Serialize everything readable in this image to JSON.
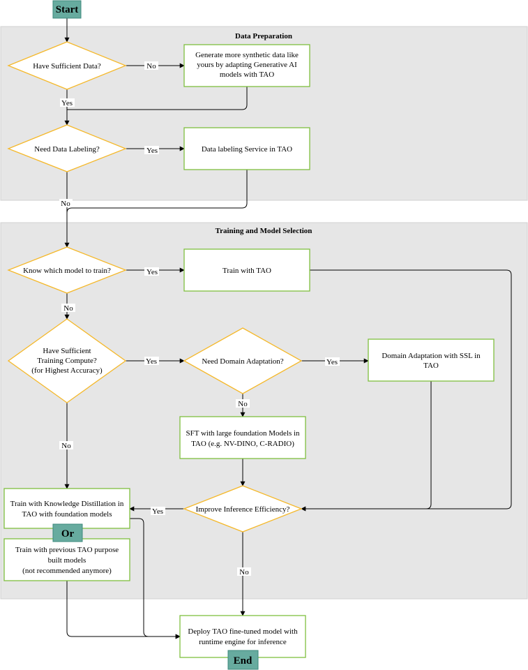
{
  "colors": {
    "section_fill": "#e6e6e6",
    "section_border": "#d0d0d0",
    "process_border": "#7fbf3f",
    "decision_border": "#f5b829",
    "terminal_fill": "#67ab9f",
    "terminal_border": "#3d8a7e",
    "edge": "#000000"
  },
  "sections": {
    "data_prep": {
      "title": "Data Preparation"
    },
    "training": {
      "title": "Training and Model Selection"
    }
  },
  "terminals": {
    "start": "Start",
    "end": "End",
    "or": "Or"
  },
  "nodes": {
    "sufficient_data": {
      "shape": "decision",
      "lines": [
        "Have Sufficient Data?"
      ]
    },
    "generate_synthetic": {
      "shape": "process",
      "lines": [
        "Generate more synthetic data like",
        "yours by adapting Generative AI",
        "models with TAO"
      ]
    },
    "need_labeling": {
      "shape": "decision",
      "lines": [
        "Need Data Labeling?"
      ]
    },
    "labeling_service": {
      "shape": "process",
      "lines": [
        "Data labeling Service in TAO"
      ]
    },
    "know_model": {
      "shape": "decision",
      "lines": [
        "Know which model to train?"
      ]
    },
    "train_tao": {
      "shape": "process",
      "lines": [
        "Train with TAO"
      ]
    },
    "sufficient_compute": {
      "shape": "decision",
      "lines": [
        "Have Sufficient",
        "Training Compute?",
        "(for Highest Accuracy)"
      ]
    },
    "domain_adaptation_q": {
      "shape": "decision",
      "lines": [
        "Need Domain Adaptation?"
      ]
    },
    "domain_adaptation_ssl": {
      "shape": "process",
      "lines": [
        "Domain Adaptation with SSL in",
        "TAO"
      ]
    },
    "sft_foundation": {
      "shape": "process",
      "lines": [
        "SFT with large foundation Models in",
        "TAO (e.g. NV-DINO, C-RADIO)"
      ]
    },
    "improve_efficiency": {
      "shape": "decision",
      "lines": [
        "Improve Inference Efficiency?"
      ]
    },
    "knowledge_distillation": {
      "shape": "process",
      "lines": [
        "Train with Knowledge Distillation in",
        "TAO with foundation models"
      ]
    },
    "previous_tao": {
      "shape": "process",
      "lines": [
        "Train with previous TAO purpose",
        "built models",
        "(not recommended anymore)"
      ]
    },
    "deploy": {
      "shape": "process",
      "lines": [
        "Deploy TAO fine-tuned model with",
        "runtime engine for inference"
      ]
    }
  },
  "edges": [
    {
      "from": "start",
      "to": "sufficient_data",
      "label": ""
    },
    {
      "from": "sufficient_data",
      "to": "generate_synthetic",
      "label": "No"
    },
    {
      "from": "sufficient_data",
      "to": "need_labeling",
      "label": "Yes"
    },
    {
      "from": "generate_synthetic",
      "to": "need_labeling",
      "label": ""
    },
    {
      "from": "need_labeling",
      "to": "labeling_service",
      "label": "Yes"
    },
    {
      "from": "need_labeling",
      "to": "know_model",
      "label": "No"
    },
    {
      "from": "labeling_service",
      "to": "know_model",
      "label": ""
    },
    {
      "from": "know_model",
      "to": "train_tao",
      "label": "Yes"
    },
    {
      "from": "know_model",
      "to": "sufficient_compute",
      "label": "No"
    },
    {
      "from": "train_tao",
      "to": "improve_efficiency",
      "label": ""
    },
    {
      "from": "sufficient_compute",
      "to": "domain_adaptation_q",
      "label": "Yes"
    },
    {
      "from": "sufficient_compute",
      "to": "knowledge_distillation",
      "label": "No"
    },
    {
      "from": "domain_adaptation_q",
      "to": "domain_adaptation_ssl",
      "label": "Yes"
    },
    {
      "from": "domain_adaptation_q",
      "to": "sft_foundation",
      "label": "No"
    },
    {
      "from": "domain_adaptation_ssl",
      "to": "improve_efficiency",
      "label": ""
    },
    {
      "from": "sft_foundation",
      "to": "improve_efficiency",
      "label": ""
    },
    {
      "from": "improve_efficiency",
      "to": "knowledge_distillation",
      "label": "Yes"
    },
    {
      "from": "improve_efficiency",
      "to": "deploy",
      "label": "No"
    },
    {
      "from": "knowledge_distillation",
      "to": "deploy",
      "label": ""
    },
    {
      "from": "previous_tao",
      "to": "deploy",
      "label": ""
    }
  ]
}
